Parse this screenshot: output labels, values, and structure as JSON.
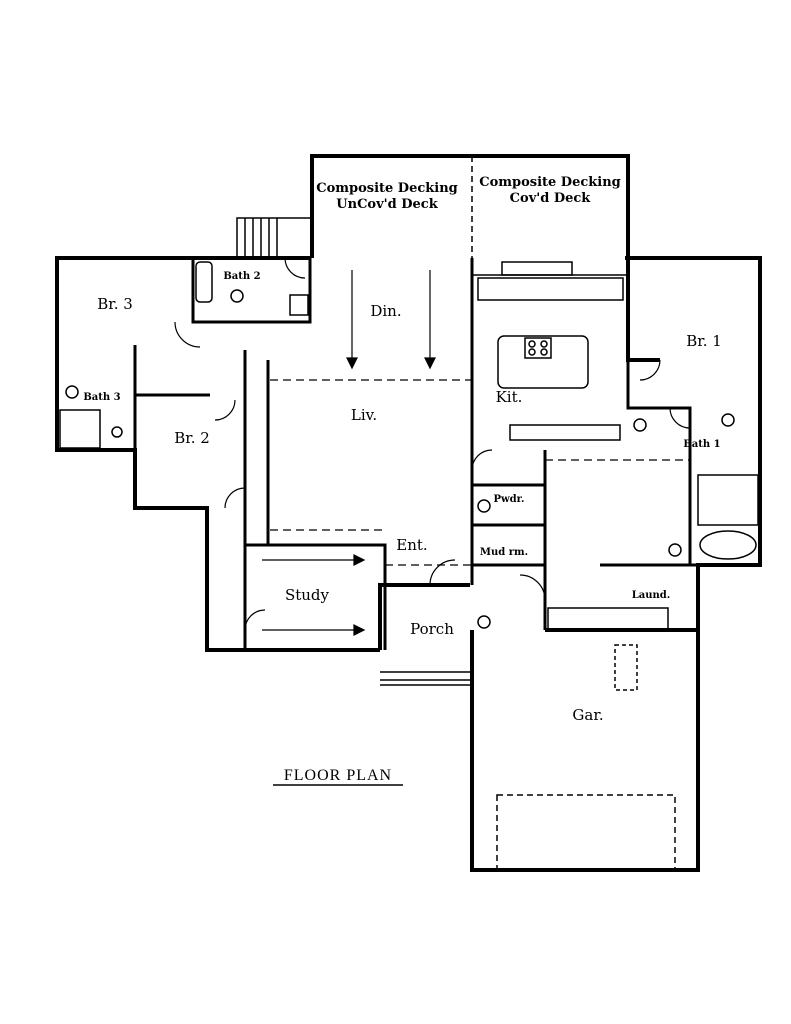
{
  "title": "FLOOR PLAN",
  "rooms": {
    "deck_uncovered_line1": "Composite Decking",
    "deck_uncovered_line2": "UnCov'd Deck",
    "deck_covered_line1": "Composite Decking",
    "deck_covered_line2": "Cov'd Deck",
    "bath2": "Bath 2",
    "br3": "Br. 3",
    "din": "Din.",
    "br1": "Br. 1",
    "bath3": "Bath 3",
    "kit": "Kit.",
    "liv": "Liv.",
    "bath1": "Bath 1",
    "br2": "Br. 2",
    "pwdr": "Pwdr.",
    "ent": "Ent.",
    "mudrm": "Mud rm.",
    "study": "Study",
    "laund": "Laund.",
    "porch": "Porch",
    "gar": "Gar."
  }
}
